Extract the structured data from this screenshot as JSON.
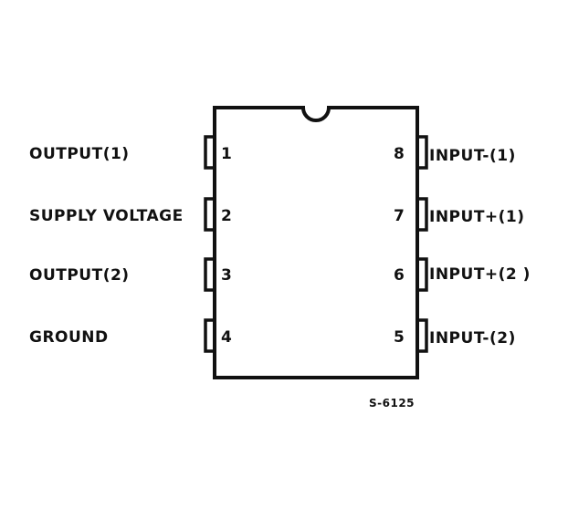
{
  "left_pins": [
    {
      "number": "1",
      "label": "OUTPUT(1)"
    },
    {
      "number": "2",
      "label": "SUPPLY VOLTAGE"
    },
    {
      "number": "3",
      "label": "OUTPUT(2)"
    },
    {
      "number": "4",
      "label": "GROUND"
    }
  ],
  "right_pins": [
    {
      "number": "8",
      "label": "INPUT-(1)"
    },
    {
      "number": "7",
      "label": "INPUT+(1)"
    },
    {
      "number": "6",
      "label": "INPUT+(2 )"
    },
    {
      "number": "5",
      "label": "INPUT-(2)"
    }
  ],
  "reference_code": "S-6125",
  "colors": {
    "ink": "#111111",
    "background": "#ffffff"
  }
}
